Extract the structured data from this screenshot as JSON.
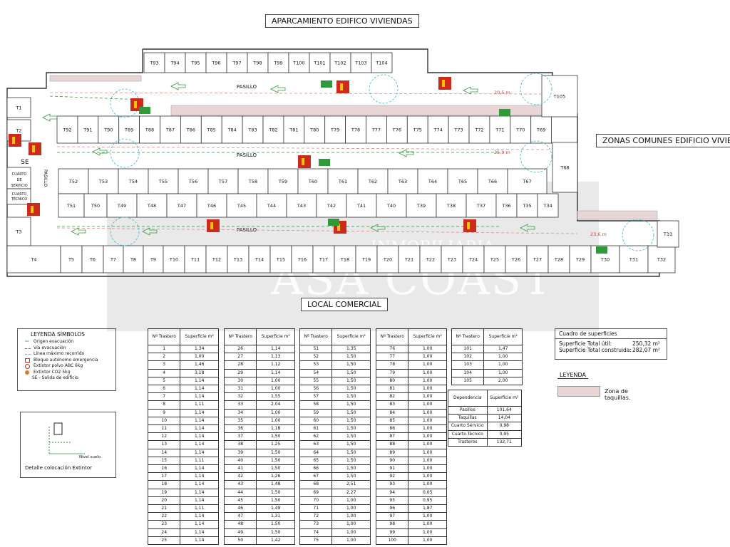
{
  "titles": {
    "top": "APARCAMIENTO EDIFICO VIVIENDAS",
    "right": "ZONAS COMUNES EDIFICIO VIVIEN",
    "local": "LOCAL COMERCIAL"
  },
  "watermark": {
    "text": "ASA COAST",
    "small": "INMOBILIARIA"
  },
  "plan": {
    "pasillo": "PASILLO",
    "distances": [
      "20,5 m",
      "25,9 m",
      "23,6 m"
    ],
    "rooms": [
      "CUARTO DE SERVICIO",
      "CUARTO TÉCNICO"
    ],
    "se": "SE",
    "row1": [
      "T93",
      "T94",
      "T95",
      "T96",
      "T97",
      "T98",
      "T99",
      "T100",
      "T101",
      "T102",
      "T103",
      "T104"
    ],
    "row2": [
      "T92",
      "T91",
      "T90",
      "T89",
      "T88",
      "T87",
      "T86",
      "T85",
      "T84",
      "T83",
      "T82",
      "T81",
      "T80",
      "T79",
      "T78",
      "T77",
      "T76",
      "T75",
      "T74",
      "T73",
      "T72",
      "T71",
      "T70",
      "T69"
    ],
    "row3": [
      "T52",
      "T53",
      "T54",
      "T55",
      "T56",
      "T57",
      "T58",
      "T59",
      "T60",
      "T61",
      "T62",
      "T63",
      "T64",
      "T65",
      "T66",
      "T67"
    ],
    "row4": [
      "T51",
      "T50",
      "T49",
      "T48",
      "T47",
      "T46",
      "T45",
      "T44",
      "T43",
      "T42",
      "T41",
      "T40",
      "T39",
      "T38",
      "T37",
      "T36",
      "T35",
      "T34"
    ],
    "row5": [
      "T4",
      "T5",
      "T6",
      "T7",
      "T8",
      "T9",
      "T10",
      "T11",
      "T12",
      "T13",
      "T14",
      "T15",
      "T16",
      "T17",
      "T18",
      "T19",
      "T20",
      "T21",
      "T22",
      "T23",
      "T24",
      "T25",
      "T26",
      "T27",
      "T28",
      "T29",
      "T30",
      "T31",
      "T32"
    ],
    "singles": [
      "T1",
      "T2",
      "T3",
      "T33",
      "T68",
      "T105"
    ]
  },
  "legend": {
    "title": "LEYENDA SÍMBOLOS",
    "items": [
      "Origen evacuación",
      "Vía evacuación",
      "Línea máximo recorrido",
      "Bloque autónomo emergencia",
      "Extintor polvo ABC 6kg",
      "Extintor CO2 5kg",
      "SE - Salida de edificio"
    ]
  },
  "extintor": {
    "caption": "Detalle colocación Extintor",
    "nivel": "Nivel suelo"
  },
  "tables": {
    "header_n": "Nº Trastero",
    "header_s": "Superficie  m²",
    "t1": [
      [
        "1",
        "1,34"
      ],
      [
        "2",
        "1,00"
      ],
      [
        "3",
        "1,46"
      ],
      [
        "4",
        "3,18"
      ],
      [
        "5",
        "1,14"
      ],
      [
        "6",
        "1,14"
      ],
      [
        "7",
        "1,14"
      ],
      [
        "8",
        "1,11"
      ],
      [
        "9",
        "1,14"
      ],
      [
        "10",
        "1,14"
      ],
      [
        "11",
        "1,14"
      ],
      [
        "12",
        "1,14"
      ],
      [
        "13",
        "1,14"
      ],
      [
        "14",
        "1,14"
      ],
      [
        "15",
        "1,11"
      ],
      [
        "16",
        "1,14"
      ],
      [
        "17",
        "1,14"
      ],
      [
        "18",
        "1,14"
      ],
      [
        "19",
        "1,14"
      ],
      [
        "20",
        "1,14"
      ],
      [
        "21",
        "1,11"
      ],
      [
        "22",
        "1,14"
      ],
      [
        "23",
        "1,14"
      ],
      [
        "24",
        "1,14"
      ],
      [
        "25",
        "1,14"
      ]
    ],
    "t2": [
      [
        "26",
        "1,14"
      ],
      [
        "27",
        "1,13"
      ],
      [
        "28",
        "1,12"
      ],
      [
        "29",
        "1,14"
      ],
      [
        "30",
        "1,00"
      ],
      [
        "31",
        "1,00"
      ],
      [
        "32",
        "1,55"
      ],
      [
        "33",
        "2,04"
      ],
      [
        "34",
        "1,00"
      ],
      [
        "35",
        "1,00"
      ],
      [
        "36",
        "1,18"
      ],
      [
        "37",
        "1,50"
      ],
      [
        "38",
        "1,25"
      ],
      [
        "39",
        "1,50"
      ],
      [
        "40",
        "1,50"
      ],
      [
        "41",
        "1,50"
      ],
      [
        "42",
        "1,26"
      ],
      [
        "43",
        "1,48"
      ],
      [
        "44",
        "1,50"
      ],
      [
        "45",
        "1,50"
      ],
      [
        "46",
        "1,49"
      ],
      [
        "47",
        "1,31"
      ],
      [
        "48",
        "1,50"
      ],
      [
        "49",
        "1,50"
      ],
      [
        "50",
        "1,42"
      ]
    ],
    "t3": [
      [
        "51",
        "1,35"
      ],
      [
        "52",
        "1,50"
      ],
      [
        "53",
        "1,50"
      ],
      [
        "54",
        "1,50"
      ],
      [
        "55",
        "1,50"
      ],
      [
        "56",
        "1,50"
      ],
      [
        "57",
        "1,50"
      ],
      [
        "58",
        "1,50"
      ],
      [
        "59",
        "1,50"
      ],
      [
        "60",
        "1,50"
      ],
      [
        "61",
        "1,50"
      ],
      [
        "62",
        "1,50"
      ],
      [
        "63",
        "1,50"
      ],
      [
        "64",
        "1,50"
      ],
      [
        "65",
        "1,50"
      ],
      [
        "66",
        "1,50"
      ],
      [
        "67",
        "1,50"
      ],
      [
        "68",
        "2,51"
      ],
      [
        "69",
        "2,27"
      ],
      [
        "70",
        "1,00"
      ],
      [
        "71",
        "1,00"
      ],
      [
        "72",
        "1,00"
      ],
      [
        "73",
        "1,00"
      ],
      [
        "74",
        "1,00"
      ],
      [
        "75",
        "1,00"
      ]
    ],
    "t4": [
      [
        "76",
        "1,00"
      ],
      [
        "77",
        "1,00"
      ],
      [
        "78",
        "1,00"
      ],
      [
        "79",
        "1,00"
      ],
      [
        "80",
        "1,00"
      ],
      [
        "81",
        "1,00"
      ],
      [
        "82",
        "1,00"
      ],
      [
        "83",
        "1,00"
      ],
      [
        "84",
        "1,00"
      ],
      [
        "85",
        "1,00"
      ],
      [
        "86",
        "1,00"
      ],
      [
        "87",
        "1,00"
      ],
      [
        "88",
        "1,00"
      ],
      [
        "89",
        "1,00"
      ],
      [
        "90",
        "1,00"
      ],
      [
        "91",
        "1,00"
      ],
      [
        "92",
        "1,00"
      ],
      [
        "93",
        "1,00"
      ],
      [
        "94",
        "0,05"
      ],
      [
        "95",
        "0,95"
      ],
      [
        "96",
        "1,87"
      ],
      [
        "97",
        "1,00"
      ],
      [
        "98",
        "1,00"
      ],
      [
        "99",
        "1,00"
      ],
      [
        "100",
        "1,00"
      ]
    ],
    "t5": [
      [
        "101",
        "1,47"
      ],
      [
        "102",
        "1,00"
      ],
      [
        "103",
        "1,00"
      ],
      [
        "104",
        "1,00"
      ],
      [
        "105",
        "2,00"
      ]
    ],
    "dep_header": [
      "Dependencia",
      "Superficie  m²"
    ],
    "dep": [
      [
        "Pasillos",
        "101,64"
      ],
      [
        "Taquillas",
        "14,04"
      ],
      [
        "Cuarto Servicio",
        "0,98"
      ],
      [
        "Cuarto Técnico",
        "0,95"
      ],
      [
        "Trasteros",
        "132,71"
      ]
    ]
  },
  "superficies": {
    "title": "Cuadro de superficies",
    "util_label": "Superficie Total útil:",
    "util_value": "250,32 m²",
    "const_label": "Superficie Total construida:",
    "const_value": "282,07 m²"
  },
  "leyenda2": {
    "title": "LEYENDA",
    "item": "Zona de taquillas."
  },
  "colors": {
    "line": "#333333",
    "hatch": "#e8d6d6",
    "green": "#2e9a3a",
    "red": "#cc2a1a",
    "cyan": "#3ab8c8",
    "dash": "#e08a8a"
  }
}
